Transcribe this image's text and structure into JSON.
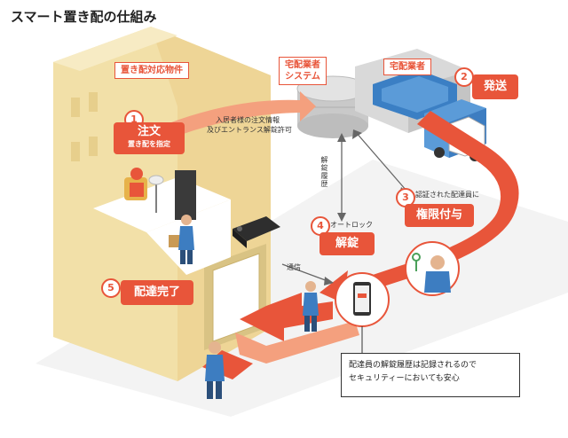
{
  "title": "スマート置き配の仕組み",
  "labels": {
    "property": "置き配対応物件",
    "system_line1": "宅配業者",
    "system_line2": "システム",
    "courier": "宅配業者",
    "order_info_line1": "入居者様の注文情報",
    "order_info_line2": "及びエントランス解錠許可",
    "unlock_history": "解錠履歴",
    "comm": "通信"
  },
  "steps": [
    {
      "num": "1",
      "title": "注文",
      "sub": "置き配を指定"
    },
    {
      "num": "2",
      "title": "発送",
      "sub": ""
    },
    {
      "num": "3",
      "title": "権限付与",
      "sub": "認証された配達員に"
    },
    {
      "num": "4",
      "title": "解錠",
      "sub": "オートロック"
    },
    {
      "num": "5",
      "title": "配達完了",
      "sub": ""
    }
  ],
  "note": {
    "line1": "配達員の解錠履歴は記録されるので",
    "line2": "セキュリティーにおいても安心"
  },
  "colors": {
    "accent": "#e8553a",
    "accent_light": "#f4a07e",
    "building": "#f2e0a8"
  }
}
